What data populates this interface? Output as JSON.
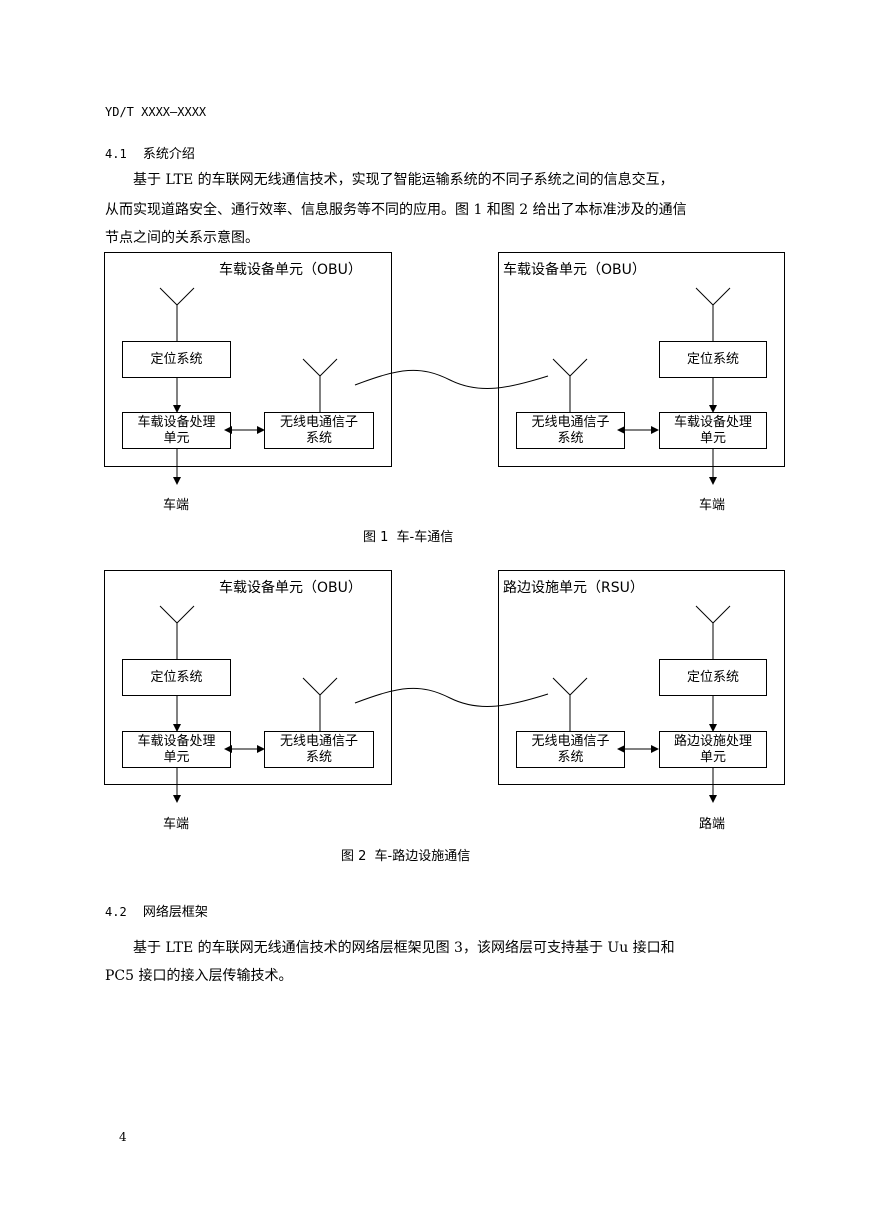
{
  "header": {
    "doc_number": "YD/T XXXX—XXXX"
  },
  "section_4_1": {
    "heading_num": "4.1",
    "heading_title": "系统介绍",
    "para_lines": [
      "基于 LTE 的车联网无线通信技术，实现了智能运输系统的不同子系统之间的信息交互，",
      "从而实现道路安全、通行效率、信息服务等不同的应用。图 1 和图 2 给出了本标准涉及的通信",
      "节点之间的关系示意图。"
    ]
  },
  "figure1": {
    "left_unit_title": "车载设备单元（OBU）",
    "right_unit_title": "车载设备单元（OBU）",
    "left_positioning": "定位系统",
    "left_processing_l1": "车载设备处理",
    "left_processing_l2": "单元",
    "left_radio_l1": "无线电通信子",
    "left_radio_l2": "系统",
    "right_positioning": "定位系统",
    "right_radio_l1": "无线电通信子",
    "right_radio_l2": "系统",
    "right_processing_l1": "车载设备处理",
    "right_processing_l2": "单元",
    "left_terminal": "车端",
    "right_terminal": "车端",
    "caption_num": "图 1",
    "caption_text": "车-车通信"
  },
  "figure2": {
    "left_unit_title": "车载设备单元（OBU）",
    "right_unit_title": "路边设施单元（RSU）",
    "left_positioning": "定位系统",
    "left_processing_l1": "车载设备处理",
    "left_processing_l2": "单元",
    "left_radio_l1": "无线电通信子",
    "left_radio_l2": "系统",
    "right_positioning": "定位系统",
    "right_radio_l1": "无线电通信子",
    "right_radio_l2": "系统",
    "right_processing_l1": "路边设施处理",
    "right_processing_l2": "单元",
    "left_terminal": "车端",
    "right_terminal": "路端",
    "caption_num": "图 2",
    "caption_text": "车-路边设施通信"
  },
  "section_4_2": {
    "heading_num": "4.2",
    "heading_title": "网络层框架",
    "para_lines": [
      "基于 LTE 的车联网无线通信技术的网络层框架见图 3，该网络层可支持基于 Uu 接口和",
      "PC5 接口的接入层传输技术。"
    ]
  },
  "footer": {
    "page_number": "4"
  }
}
